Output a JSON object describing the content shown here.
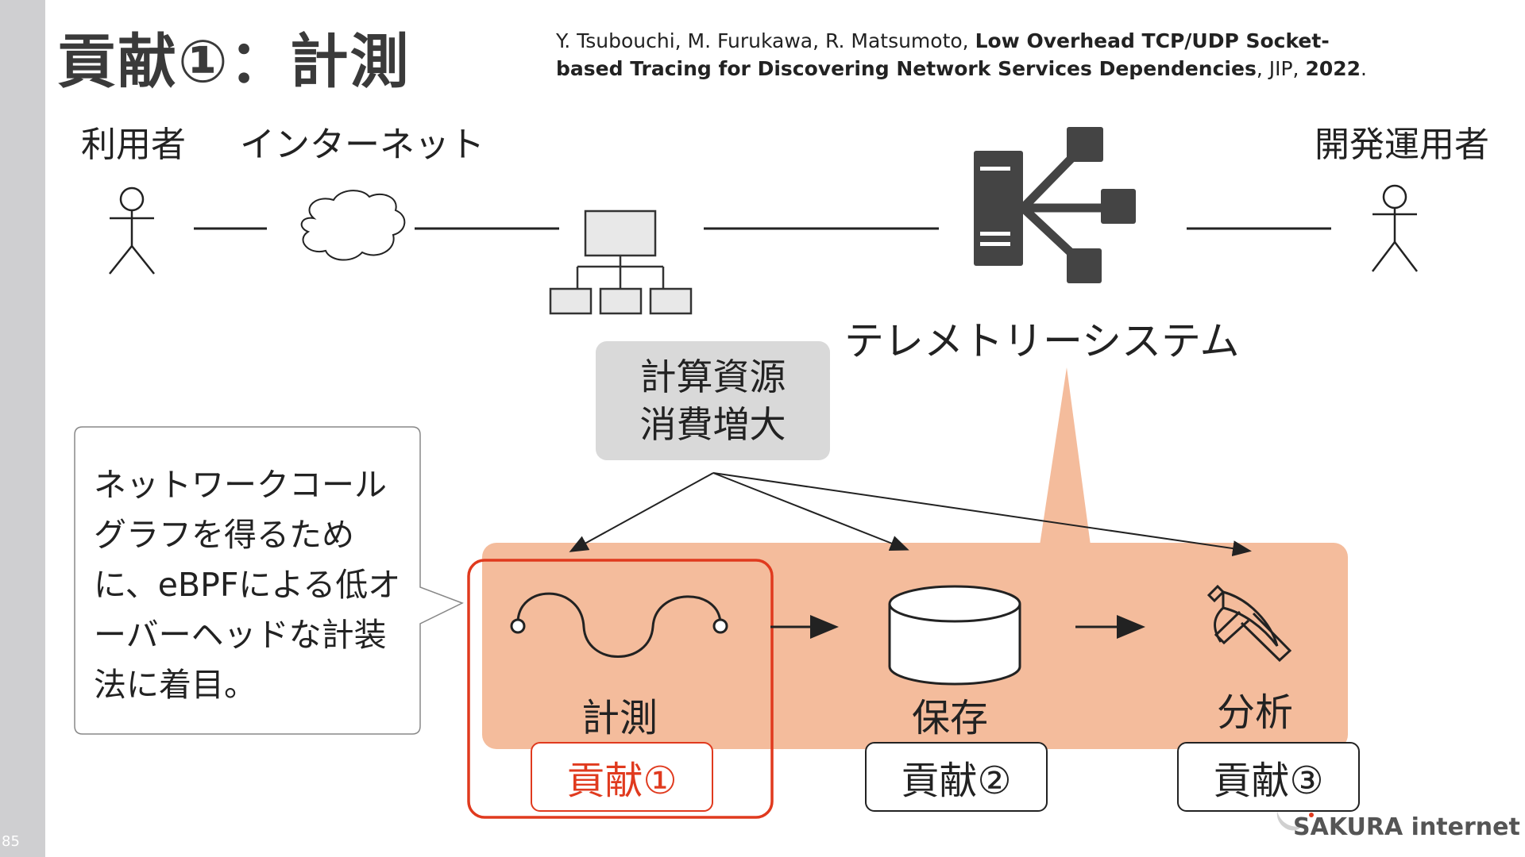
{
  "slide": {
    "number": "85",
    "title": "貢献①：計測"
  },
  "citation": {
    "authors": "Y. Tsubouchi, M. Furukawa, R. Matsumoto, ",
    "paper_title_line1": "Low Overhead TCP/UDP Socket-",
    "paper_title_line2": "based Tracing for Discovering Network Services Dependencies",
    "venue": ", JIP, ",
    "year": "2022",
    "end": "."
  },
  "top_row": {
    "user_label": "利用者",
    "internet_label": "インターネット",
    "operator_label": "開発運用者",
    "telemetry_label": "テレメトリーシステム"
  },
  "resource_box": {
    "line1": "計算資源",
    "line2": "消費増大"
  },
  "callout": {
    "text": "ネットワークコールグラフを得るために、eBPFによる低オーバーヘッドな計装法に着目。"
  },
  "pipeline": {
    "steps": [
      {
        "label": "計測",
        "icon": "wave-icon",
        "contribution": "貢献①",
        "highlighted": true
      },
      {
        "label": "保存",
        "icon": "database-icon",
        "contribution": "貢献②",
        "highlighted": false
      },
      {
        "label": "分析",
        "icon": "pickaxe-icon",
        "contribution": "貢献③",
        "highlighted": false
      }
    ]
  },
  "logo": {
    "text": "SAKURA internet"
  },
  "colors": {
    "band": "#f4bc9c",
    "highlight": "#e03a1e",
    "gray_box": "#d9d9d9",
    "icon_dark": "#444444"
  }
}
